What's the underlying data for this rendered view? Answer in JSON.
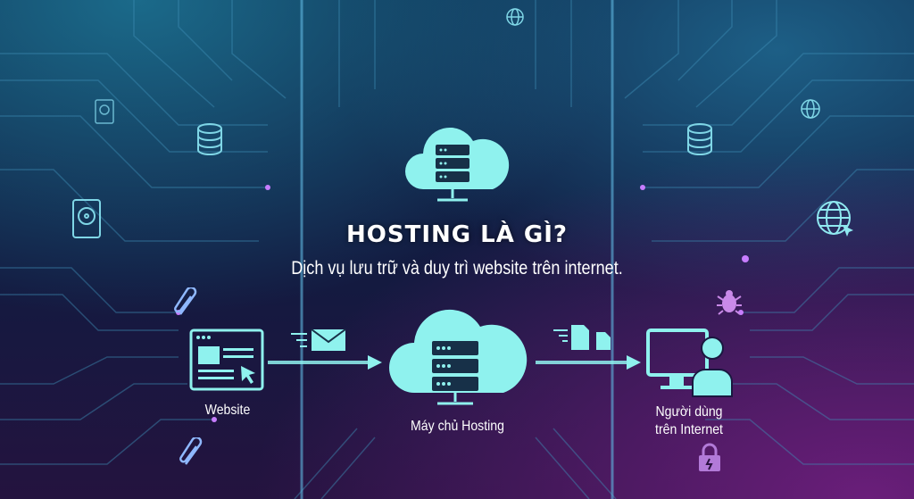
{
  "header": {
    "title": "HOSTING LÀ GÌ?",
    "subtitle": "Dịch vụ lưu trữ và duy trì website trên internet."
  },
  "flow": [
    {
      "label": "Website",
      "icon": "browser-window-icon"
    },
    {
      "label": "Máy chủ Hosting",
      "icon": "cloud-server-icon"
    },
    {
      "label_line1": "Người dùng",
      "label_line2": "trên Internet",
      "icon": "user-computer-icon"
    }
  ],
  "colors": {
    "accent": "#8ff2ee",
    "background_top": "#0d2548",
    "background_bottom": "#24133f"
  }
}
